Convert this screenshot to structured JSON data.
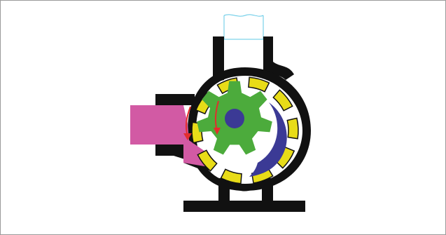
{
  "diagram": {
    "kind": "internal gear pump cross-section",
    "colors": {
      "casing": "#111111",
      "inlet_fluid": "#d25aa4",
      "outer_rotor": "#e8dc18",
      "inner_gear": "#4cab3c",
      "hub": "#3b3a95",
      "crescent": "#3b3a95",
      "flow_arrows": "#e32d2d",
      "outlet_pipe_outline": "#5fc8e6",
      "frame": "#9a9a9a"
    },
    "inner_gear_teeth": 7,
    "outer_rotor_teeth": 10
  }
}
